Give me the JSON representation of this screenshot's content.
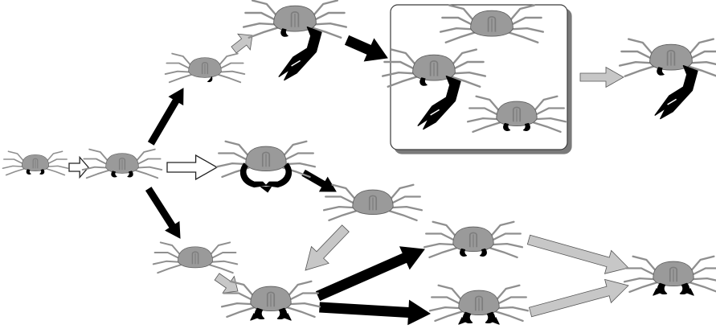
{
  "figure": {
    "colors": {
      "body": "#9a9a9a",
      "body_dark": "#7d7d7d",
      "legs": "#8f8f8f",
      "claw": "#000000",
      "arrow_black": "#000000",
      "arrow_gray": "#c7c7c7",
      "arrow_outline": "#222222",
      "panel_border": "#3a3a3a",
      "panel_shadow": "#7a7a7a",
      "background": "#ffffff"
    },
    "crabs": [
      {
        "id": "crab-start",
        "claw": "small"
      },
      {
        "id": "crab-early",
        "claw": "small"
      },
      {
        "id": "crab-upper-small",
        "claw": "tiny"
      },
      {
        "id": "crab-upper-large-claw",
        "claw": "large"
      },
      {
        "id": "crab-panel-top",
        "claw": "none"
      },
      {
        "id": "crab-panel-large-claw",
        "claw": "large"
      },
      {
        "id": "crab-panel-small-claw",
        "claw": "small"
      },
      {
        "id": "crab-right-large-claw",
        "claw": "large"
      },
      {
        "id": "crab-middle-wide-claws",
        "claw": "wide"
      },
      {
        "id": "crab-middle-right-no-claw",
        "claw": "none"
      },
      {
        "id": "crab-lower-left-no-claw",
        "claw": "none"
      },
      {
        "id": "crab-lower-center",
        "claw": "medium"
      },
      {
        "id": "crab-lower-upper-right",
        "claw": "small"
      },
      {
        "id": "crab-lower-bottom-right",
        "claw": "medium"
      },
      {
        "id": "crab-final-right",
        "claw": "medium"
      }
    ],
    "arrows": [
      {
        "id": "arrow-start-to-early",
        "style": "outline"
      },
      {
        "id": "arrow-early-to-upper",
        "style": "black"
      },
      {
        "id": "arrow-early-to-middle",
        "style": "outline"
      },
      {
        "id": "arrow-early-to-lower",
        "style": "black"
      },
      {
        "id": "arrow-upper-small-to-large",
        "style": "gray"
      },
      {
        "id": "arrow-upper-large-to-panel",
        "style": "black"
      },
      {
        "id": "arrow-panel-to-right",
        "style": "gray"
      },
      {
        "id": "arrow-middle-to-middle-right",
        "style": "black"
      },
      {
        "id": "arrow-middle-right-to-lower-center",
        "style": "gray"
      },
      {
        "id": "arrow-lower-left-to-lower-center",
        "style": "gray"
      },
      {
        "id": "arrow-lower-center-to-upper-right",
        "style": "black"
      },
      {
        "id": "arrow-lower-center-to-bottom-right",
        "style": "black"
      },
      {
        "id": "arrow-upper-right-to-final",
        "style": "gray"
      },
      {
        "id": "arrow-bottom-right-to-final",
        "style": "gray"
      }
    ]
  }
}
